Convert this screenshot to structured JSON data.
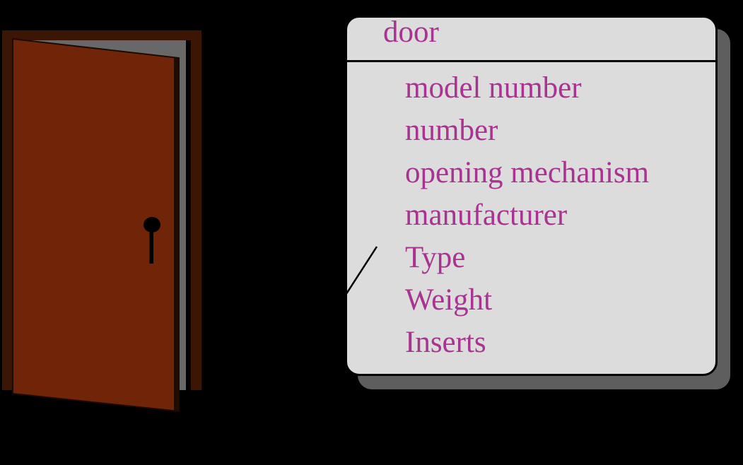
{
  "background_color": "#000000",
  "class_box": {
    "title": "door",
    "attributes": [
      "model number",
      "number",
      "opening mechanism",
      "manufacturer",
      "Type",
      "Weight",
      "Inserts"
    ],
    "fill_color": "#dcdcdc",
    "border_color": "#000000",
    "divider_color": "#000000",
    "shadow_color": "#5e5e5e",
    "text_color": "#a93390"
  },
  "door_illustration": {
    "frame_color": "#3b1605",
    "opening_color": "#686868",
    "gap_shadow_color": "#000000",
    "door_color": "#702508",
    "door_outline_color": "#1b0a02",
    "edge_shadow_color": "#1e0c03",
    "knob_color": "#000000"
  },
  "connector": {
    "color": "#000000"
  }
}
